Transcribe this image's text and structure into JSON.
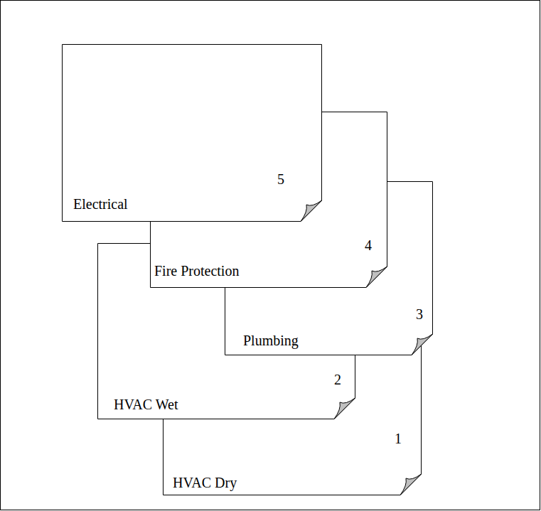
{
  "diagram": {
    "nodes": [
      {
        "text": [
          "5",
          "Electrical"
        ]
      },
      {
        "text": [
          "4",
          "Fire Protection"
        ]
      },
      {
        "text": [
          "3",
          "Plumbing"
        ]
      },
      {
        "text": [
          "2",
          "HVAC Wet"
        ]
      },
      {
        "text": [
          "1",
          "HVAC Dry"
        ]
      }
    ]
  }
}
